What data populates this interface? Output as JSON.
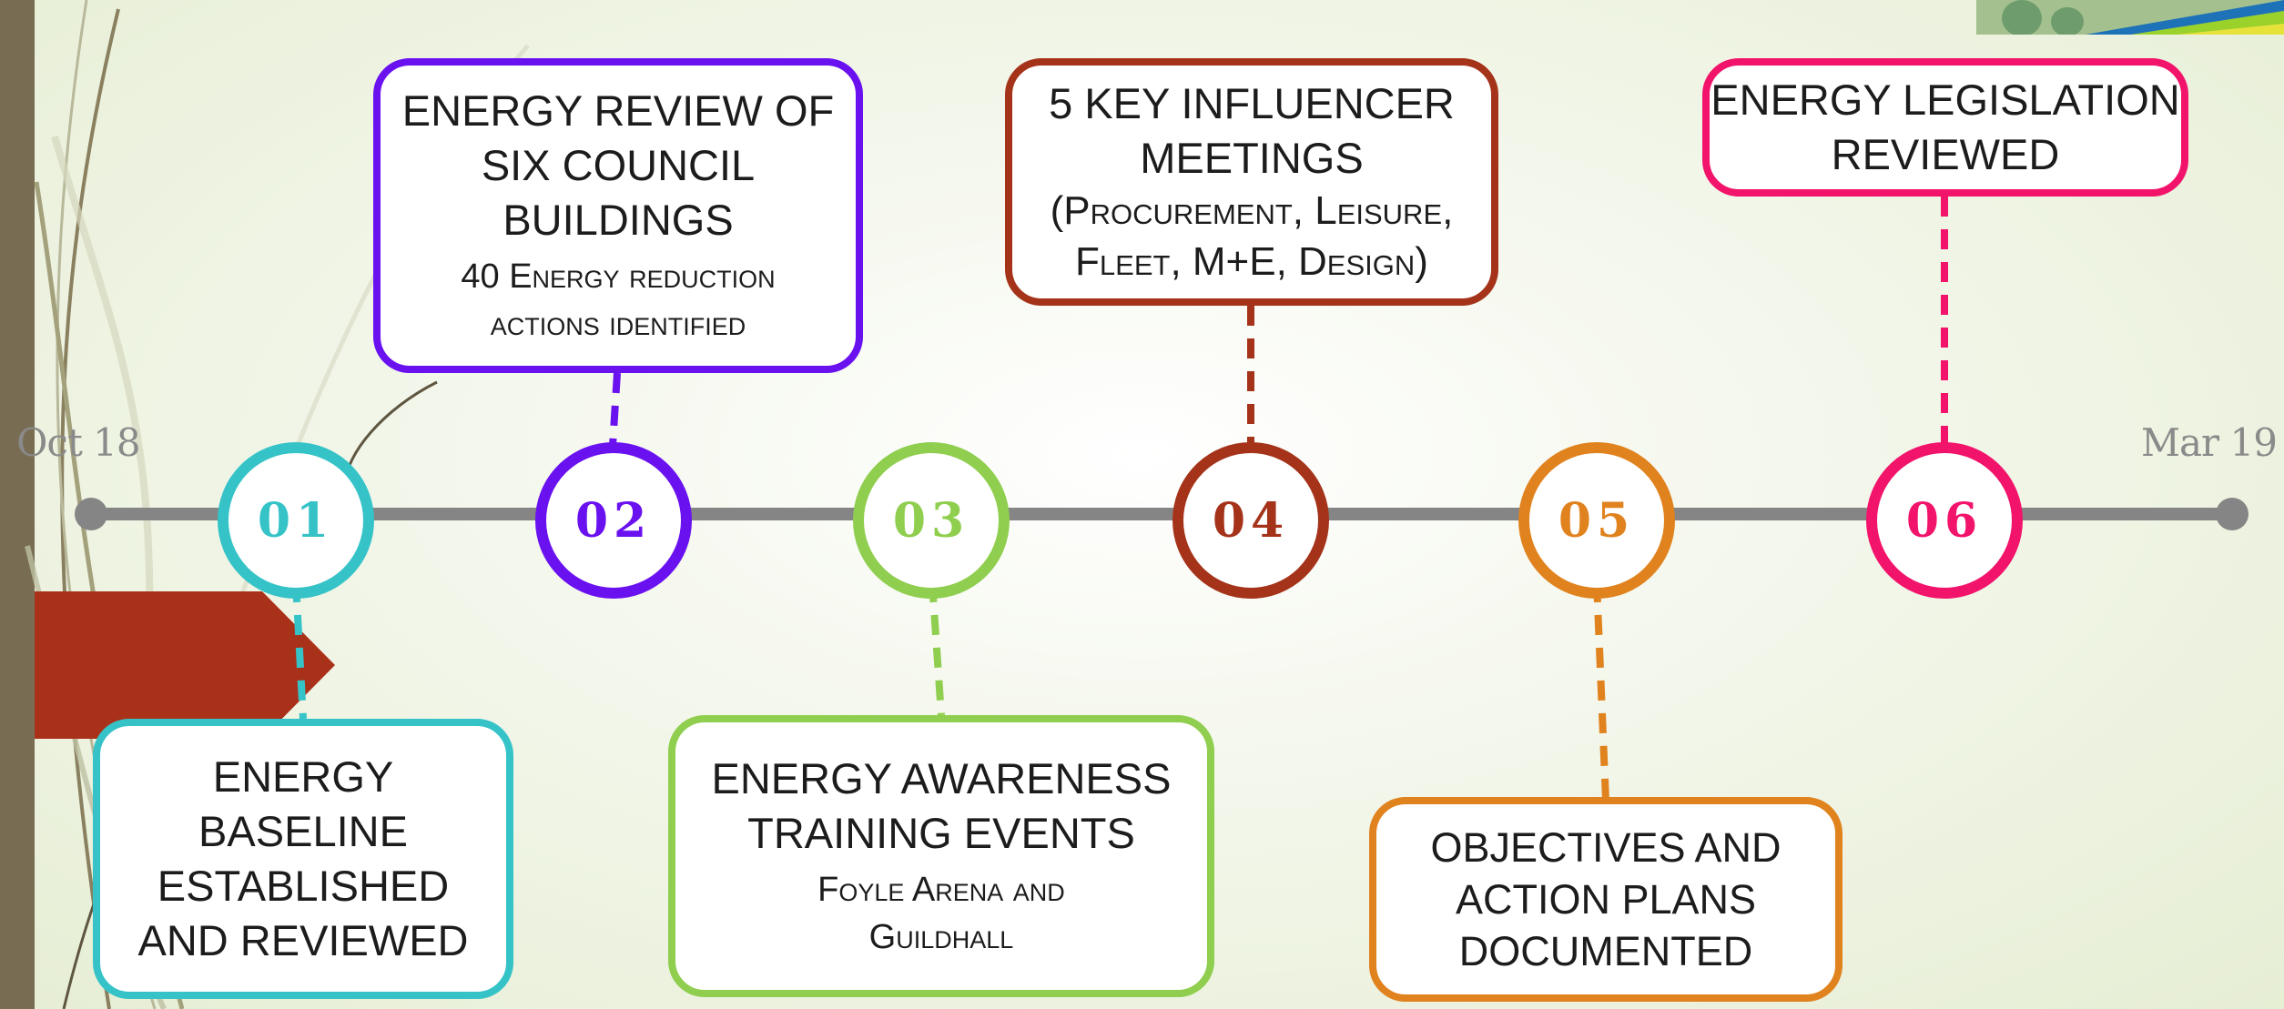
{
  "start_date": "Oct 18",
  "end_date": "Mar 19",
  "milestones": [
    {
      "number": "01",
      "color": "#35c3c8",
      "position": "below",
      "title_lines": [
        "ENERGY",
        "BASELINE",
        "ESTABLISHED",
        "AND REVIEWED"
      ],
      "sub_lines": []
    },
    {
      "number": "02",
      "color": "#6a11f0",
      "position": "above",
      "title_lines": [
        "ENERGY REVIEW OF",
        "SIX COUNCIL",
        "BUILDINGS"
      ],
      "sub_lines": [
        "40 Energy reduction",
        "actions identified"
      ]
    },
    {
      "number": "03",
      "color": "#8fce4e",
      "position": "below",
      "title_lines": [
        "ENERGY AWARENESS",
        "TRAINING EVENTS"
      ],
      "sub_lines": [
        "Foyle Arena and",
        "Guildhall"
      ]
    },
    {
      "number": "04",
      "color": "#a4331a",
      "position": "above",
      "title_lines": [
        "5 KEY INFLUENCER",
        "MEETINGS"
      ],
      "sub_lines": [
        "(Procurement, Leisure,",
        "Fleet, M+E, Design)"
      ]
    },
    {
      "number": "05",
      "color": "#e0831f",
      "position": "below",
      "title_lines": [
        "OBJECTIVES AND",
        "ACTION PLANS",
        "DOCUMENTED"
      ],
      "sub_lines": []
    },
    {
      "number": "06",
      "color": "#f2136b",
      "position": "above",
      "title_lines": [
        "ENERGY LEGISLATION",
        "REVIEWED"
      ],
      "sub_lines": []
    }
  ],
  "colors": {
    "timeline": "#858585",
    "side_bar": "#786d52",
    "red_arrow": "#a9311a"
  }
}
